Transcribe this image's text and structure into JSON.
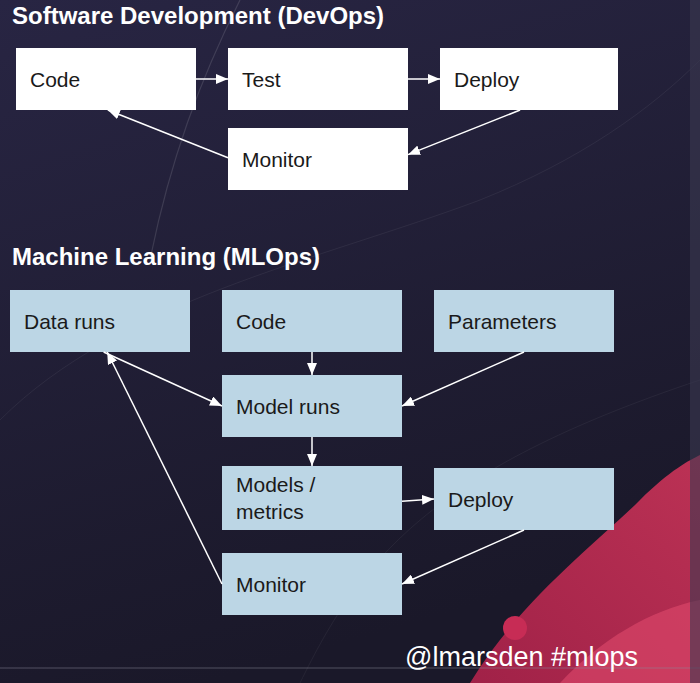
{
  "diagram": {
    "nodes": [
      {
        "text": [
          "Code"
        ]
      },
      {
        "text": [
          "Test"
        ]
      },
      {
        "text": [
          "Deploy"
        ]
      },
      {
        "text": [
          "Monitor"
        ]
      },
      {
        "text": [
          "Data runs"
        ]
      },
      {
        "text": [
          "Code"
        ]
      },
      {
        "text": [
          "Parameters"
        ]
      },
      {
        "text": [
          "Model runs"
        ]
      },
      {
        "text": [
          "Models / metrics"
        ]
      },
      {
        "text": [
          "Deploy"
        ]
      },
      {
        "text": [
          "Monitor"
        ]
      }
    ],
    "edges": [
      {
        "from": 0,
        "to": 1,
        "arrow": "to"
      },
      {
        "from": 1,
        "to": 2,
        "arrow": "to"
      },
      {
        "from": 2,
        "to": 3,
        "arrow": "to"
      },
      {
        "from": 3,
        "to": 0,
        "arrow": "to"
      },
      {
        "from": 4,
        "to": 7,
        "arrow": "to"
      },
      {
        "from": 5,
        "to": 7,
        "arrow": "to"
      },
      {
        "from": 6,
        "to": 7,
        "arrow": "to"
      },
      {
        "from": 7,
        "to": 8,
        "arrow": "to"
      },
      {
        "from": 8,
        "to": 9,
        "arrow": "to"
      },
      {
        "from": 9,
        "to": 10,
        "arrow": "to"
      },
      {
        "from": 10,
        "to": 4,
        "arrow": "to"
      }
    ],
    "labels": [
      "Software Development (DevOps)",
      "Machine Learning (MLOps)",
      "@lmarsden #mlops"
    ]
  }
}
